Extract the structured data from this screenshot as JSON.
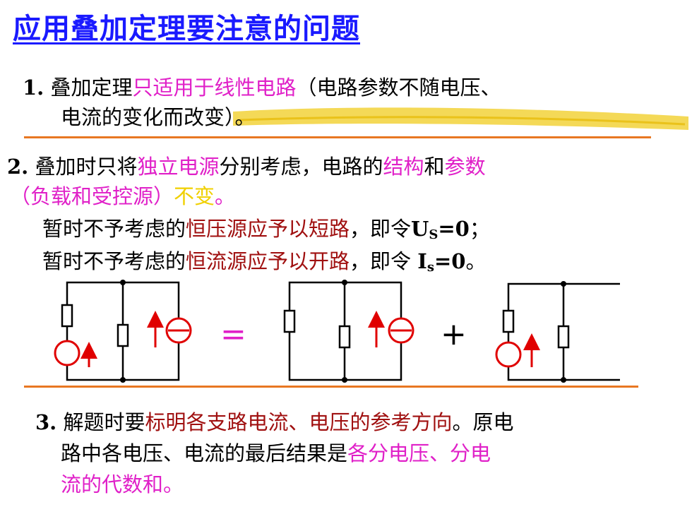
{
  "title": "应用叠加定理要注意的问题",
  "p1": {
    "num": "1.",
    "a": " 叠加定理",
    "b": "只适用于线性电路",
    "c": "（电路参数不随电压、",
    "line2": "电流的变化而改变）。"
  },
  "p2": {
    "num": "2.",
    "a": " 叠加时只将",
    "b": "独立电源",
    "c": "分别考虑，电路的",
    "d": "结构",
    "e": "和",
    "f": "参数",
    "l2a": "（负载和受控源）",
    "l2b": "不变",
    "l2c": "。",
    "l3a": "暂时不予考虑的",
    "l3b": "恒压源应予以短路",
    "l3c": "，即令",
    "l3u": "U",
    "l3s": "S",
    "l3d": "=0",
    "l3e": "；",
    "l4a": "暂时不予考虑的",
    "l4b": "恒流源应予以开路",
    "l4c": "，即令 ",
    "l4i": "I",
    "l4s": "s",
    "l4d": "=0",
    "l4e": "。"
  },
  "eq_symbol": "=",
  "plus_symbol": "+",
  "p3": {
    "num": "3.",
    "a": " 解题时要",
    "b": "标明各支路电流、电压的参考方向",
    "c": "。原电",
    "l2a": "路中各电压、电流的最后结果是",
    "l2b": "各分电压、分电",
    "l3": "流的代数和。"
  },
  "colors": {
    "title": "#1a1aff",
    "magenta": "#e020c8",
    "darkred": "#a01010",
    "yellow": "#f0d000",
    "rule": "#e87722",
    "source": "#e00000"
  }
}
